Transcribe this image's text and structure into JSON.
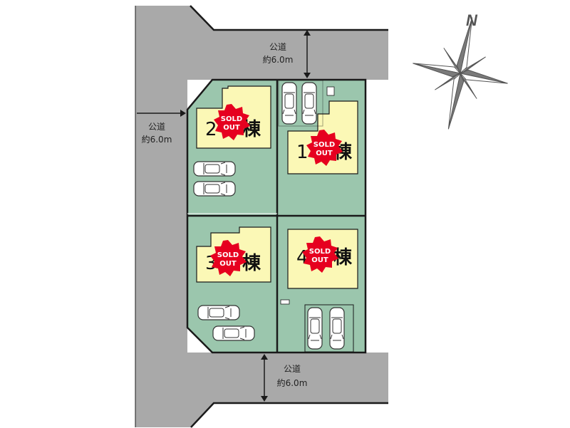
{
  "roads": {
    "top": {
      "line1": "公道",
      "line2": "約6.0m"
    },
    "left": {
      "line1": "公道",
      "line2": "約6.0m"
    },
    "bottom": {
      "line1": "公道",
      "line2": "約6.0m"
    }
  },
  "compass": {
    "label": "N",
    "icon": "compass-rose-icon"
  },
  "units": [
    {
      "number": "1",
      "kanji": "棟",
      "badge_line1": "SOLD",
      "badge_line2": "OUT",
      "status": "sold-out"
    },
    {
      "number": "2",
      "kanji": "棟",
      "badge_line1": "SOLD",
      "badge_line2": "OUT",
      "status": "sold-out"
    },
    {
      "number": "3",
      "kanji": "棟",
      "badge_line1": "SOLD",
      "badge_line2": "OUT",
      "status": "sold-out"
    },
    {
      "number": "4",
      "kanji": "棟",
      "badge_line1": "SOLD",
      "badge_line2": "OUT",
      "status": "sold-out"
    }
  ],
  "colors": {
    "road": "#a9a9a9",
    "lot": "#9bc6ad",
    "building": "#fbf8b6",
    "badge": "#e6001f",
    "outline": "#1a1a1a"
  }
}
